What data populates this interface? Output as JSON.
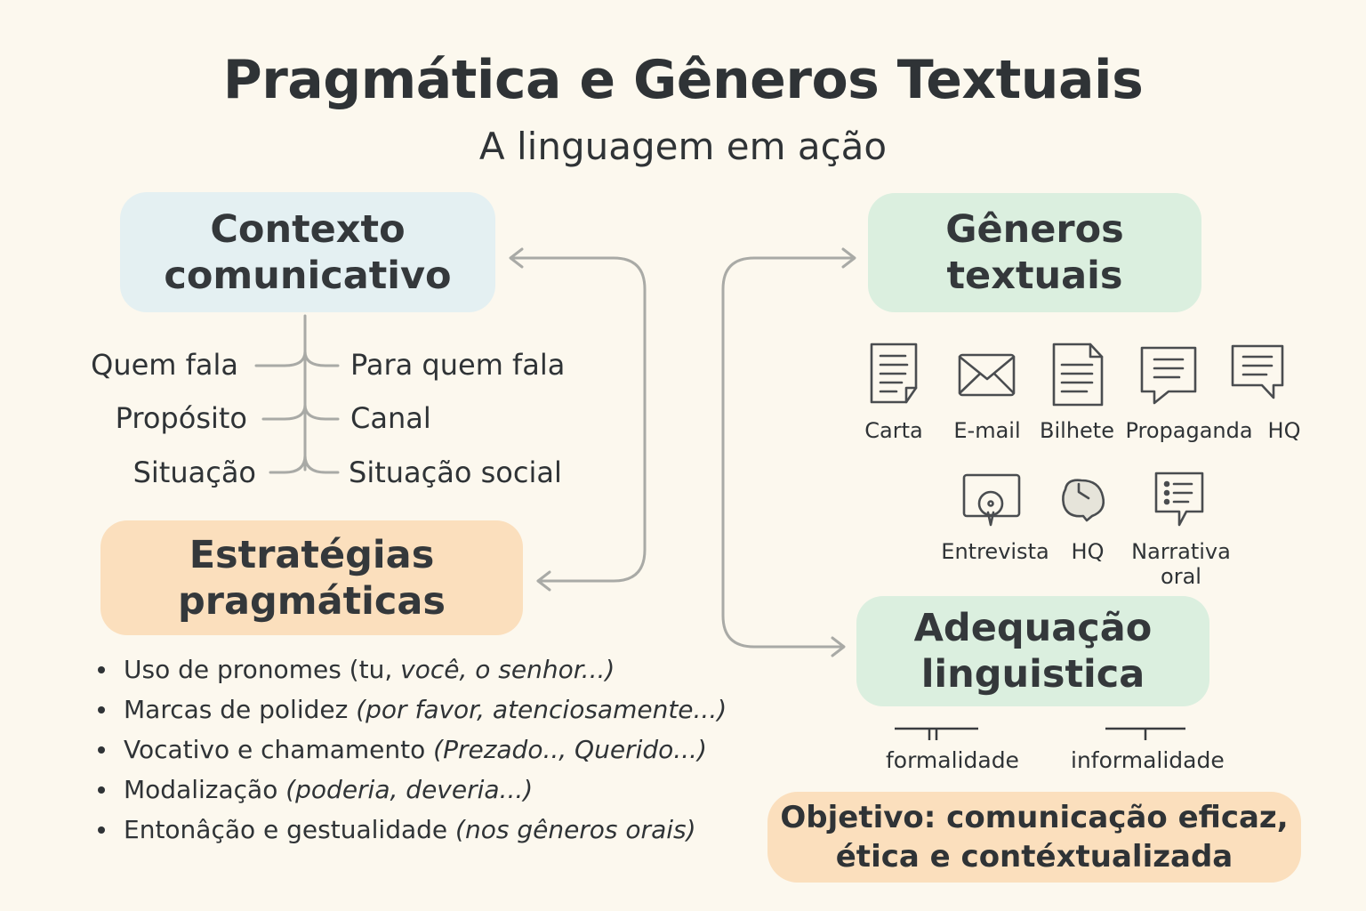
{
  "header": {
    "title": "Pragmática e Gêneros Textuais",
    "subtitle": "A linguagem em ação"
  },
  "contexto": {
    "title_line1": "Contexto",
    "title_line2": "comunicativo",
    "left_items": [
      "Quem fala",
      "Propósito",
      "Situação"
    ],
    "right_items": [
      "Para quem fala",
      "Canal",
      "Situação social"
    ]
  },
  "estrategias": {
    "title_line1": "Estratégias",
    "title_line2": "pragmáticas",
    "items": [
      {
        "text": "Uso de pronomes (tu, ",
        "italic": "você, o senhor...)"
      },
      {
        "text": "Marcas de polidez ",
        "italic": "(por favor, atenciosamente...)"
      },
      {
        "text": "Vocativo e chamamento ",
        "italic": "(Prezado.., Querido...)"
      },
      {
        "text": "Modalização ",
        "italic": "(poderia, deveria...)"
      },
      {
        "text": "Entonâção e gestualidade ",
        "italic": "(nos gêneros orais)"
      }
    ]
  },
  "generos": {
    "title_line1": "Gêneros",
    "title_line2": "textuais",
    "row1": [
      {
        "label": "Carta",
        "icon": "letter-icon"
      },
      {
        "label": "E-mail",
        "icon": "envelope-icon"
      },
      {
        "label": "Bilhete",
        "icon": "note-icon"
      },
      {
        "label": "Propaganda",
        "icon": "speech-bubble-icon"
      },
      {
        "label": "HQ",
        "icon": "comic-bubble-icon"
      }
    ],
    "row2": [
      {
        "label": "Entrevista",
        "icon": "interview-icon"
      },
      {
        "label": "HQ",
        "icon": "chat-blob-icon"
      },
      {
        "label_line1": "Narrativa",
        "label_line2": "oral",
        "icon": "list-bubble-icon"
      }
    ]
  },
  "adequacao": {
    "title_line1": "Adequação",
    "title_line2": "linguistica",
    "scale": [
      "formalidade",
      "informalidade"
    ]
  },
  "objetivo": {
    "line1": "Objetivo: comunicação eficaz,",
    "line2": "ética e contéxtualizada"
  },
  "colors": {
    "background": "#fcf8ee",
    "blue_box": "#e4f0f2",
    "orange_box": "#fbdfbd",
    "green_box": "#dbefdf",
    "connector": "#a9aaa6",
    "text": "#2f3336"
  }
}
